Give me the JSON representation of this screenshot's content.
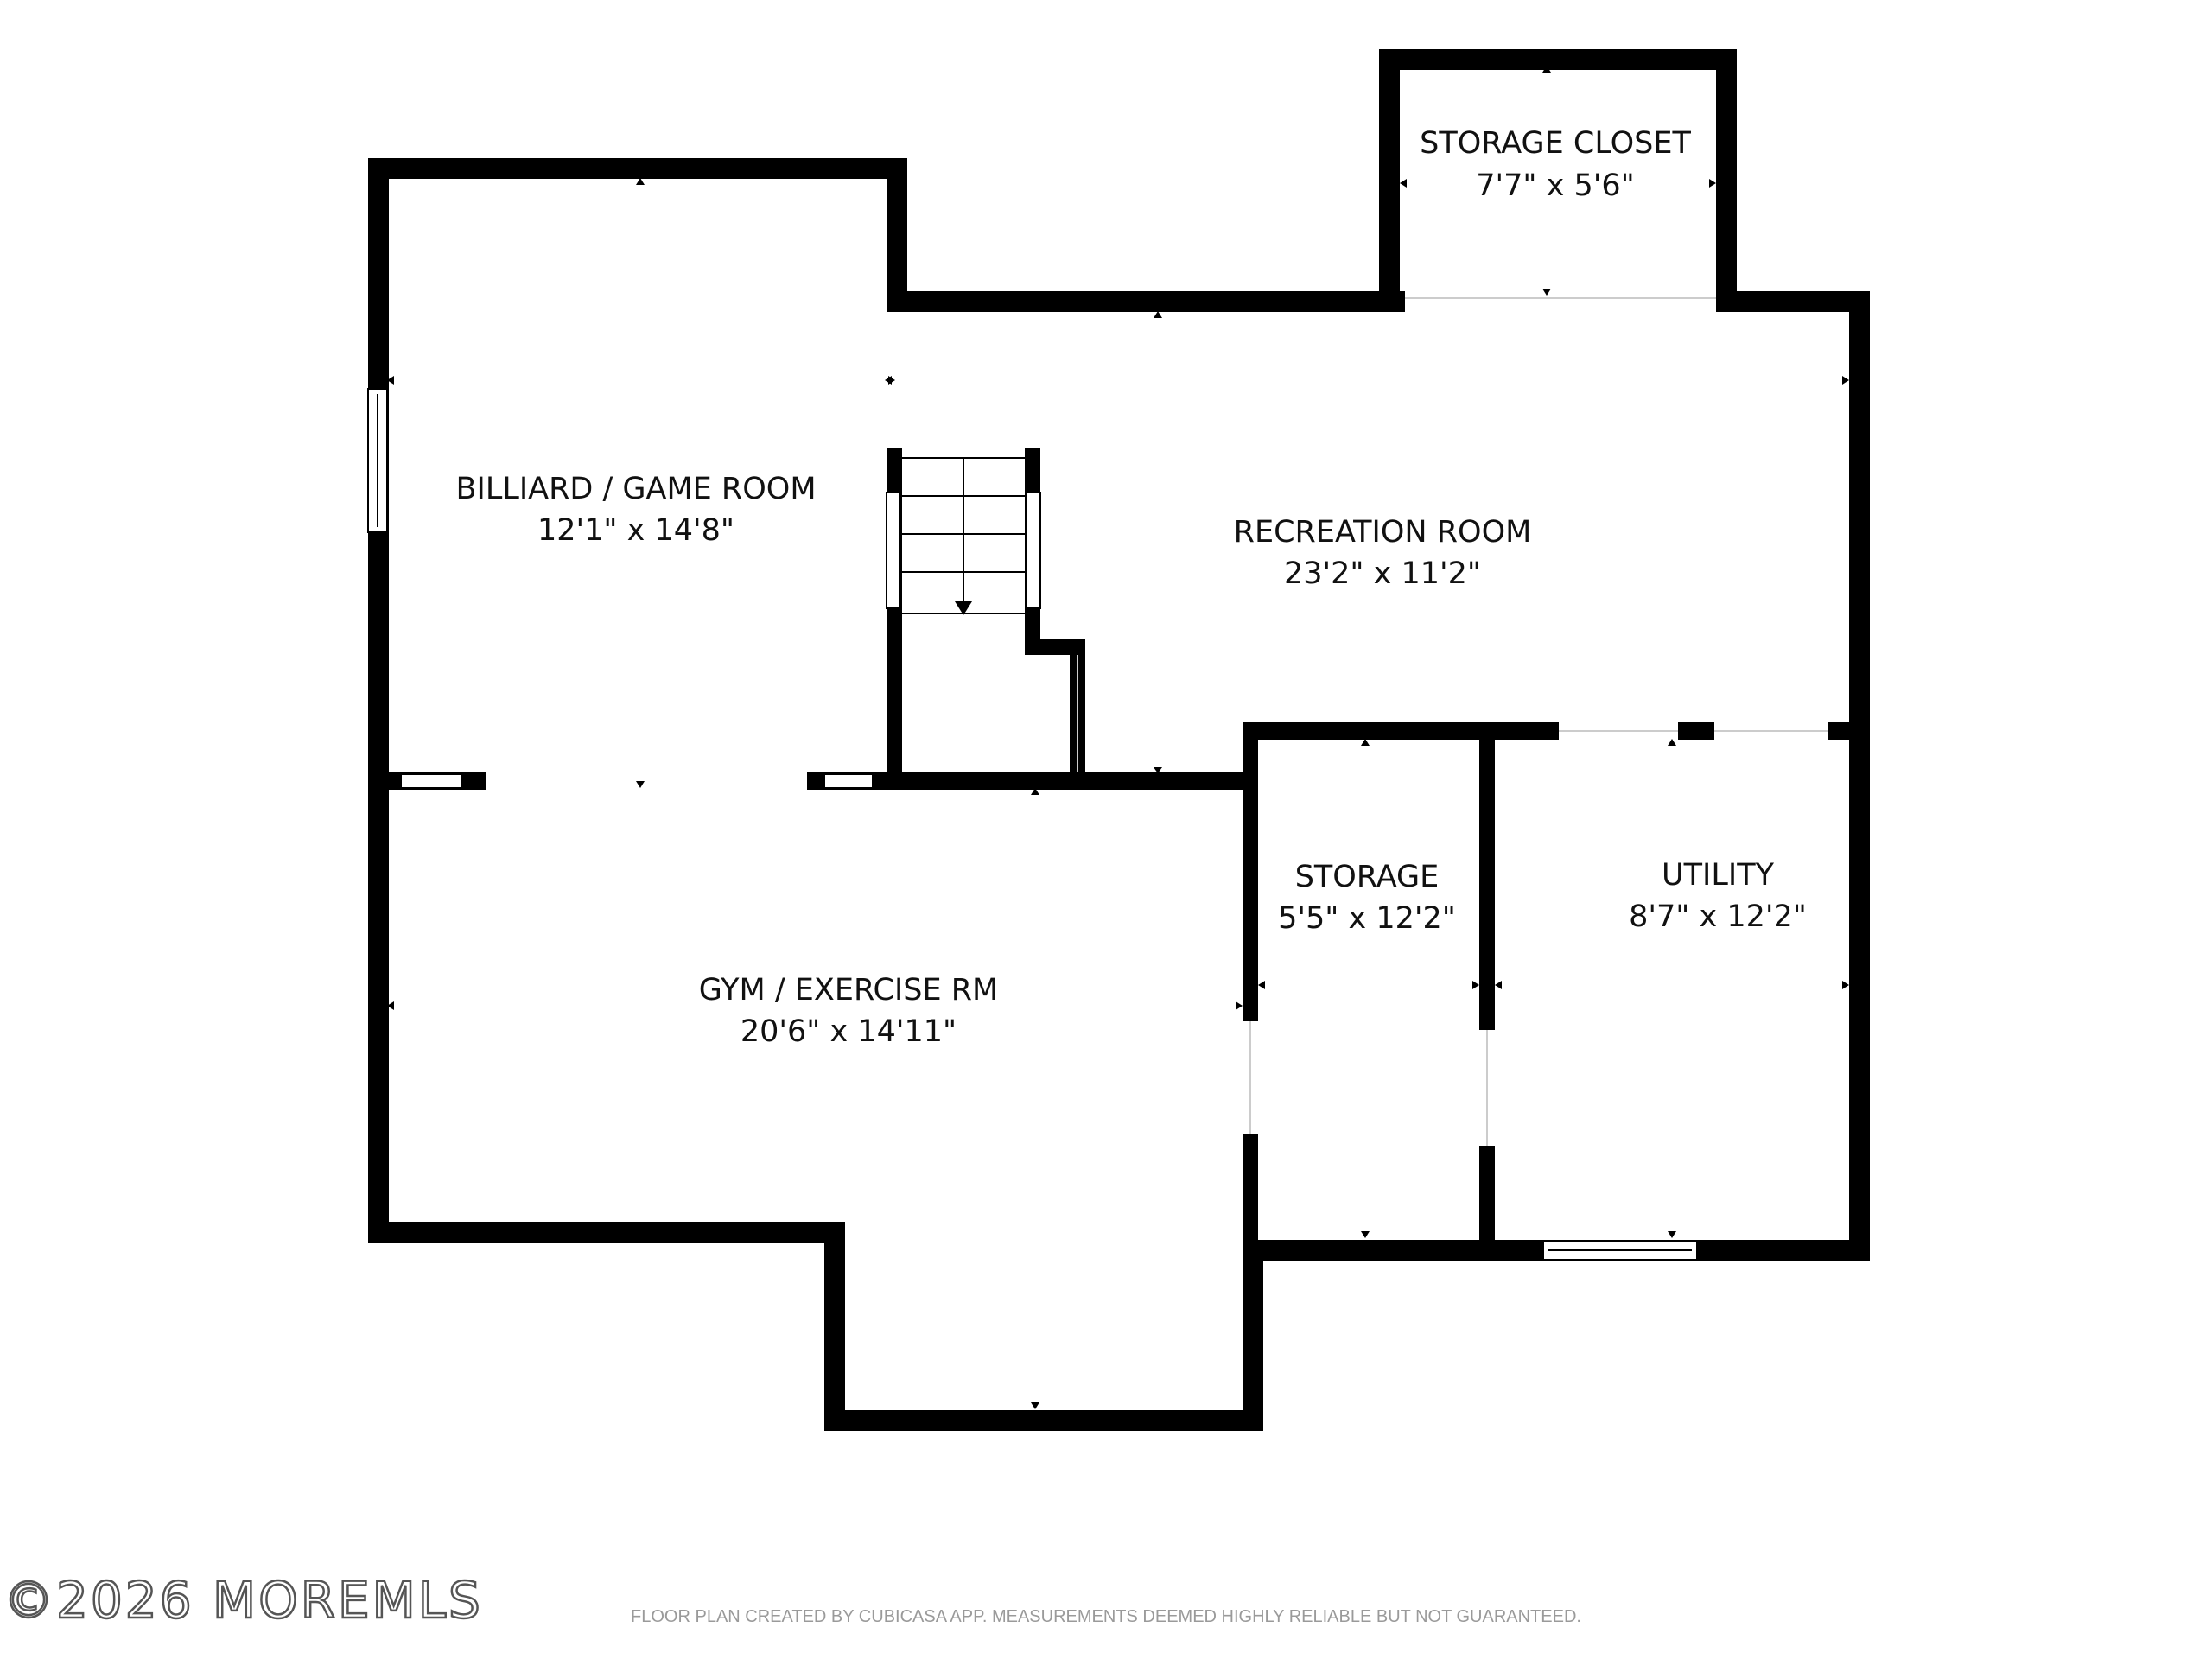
{
  "rooms": {
    "billiard": {
      "name": "BILLIARD / GAME ROOM",
      "size": "12'1\" x 14'8\""
    },
    "storage_closet": {
      "name": "STORAGE CLOSET",
      "size": "7'7\" x 5'6\""
    },
    "recreation": {
      "name": "RECREATION ROOM",
      "size": "23'2\" x 11'2\""
    },
    "gym": {
      "name": "GYM / EXERCISE RM",
      "size": "20'6\" x 14'11\""
    },
    "storage": {
      "name": "STORAGE",
      "size": "5'5\" x 12'2\""
    },
    "utility": {
      "name": "UTILITY",
      "size": "8'7\" x 12'2\""
    }
  },
  "watermark": "©2026 MOREMLS",
  "footer_note": "FLOOR PLAN CREATED BY CUBICASA APP. MEASUREMENTS DEEMED HIGHLY RELIABLE BUT NOT GUARANTEED.",
  "colors": {
    "wall": "#000000",
    "text": "#111111",
    "footer": "#9a9a9a"
  }
}
